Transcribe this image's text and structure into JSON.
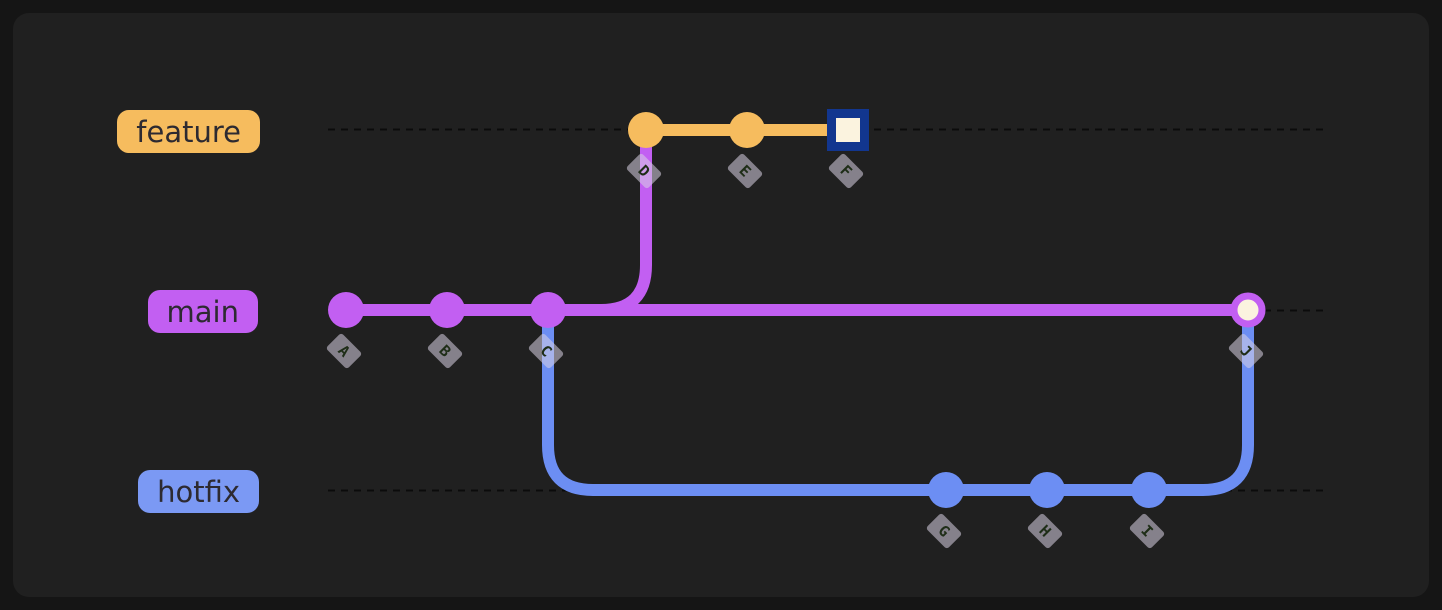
{
  "diagram_type": "git-branch-graph",
  "colors": {
    "background": "#151515",
    "panel_background": "#202020",
    "feature_orange": "#F6BC5E",
    "main_purple": "#C25FF2",
    "hotfix_blue": "#6C8EF3",
    "highlight_navy": "#12368F",
    "head_cream": "#FBF3DF",
    "guide_dash": "#0B0B0B",
    "tag_gray": "#8D8794"
  },
  "branches": [
    {
      "name": "feature",
      "color": "#F6BC5E"
    },
    {
      "name": "main",
      "color": "#C25FF2"
    },
    {
      "name": "hotfix",
      "color": "#6C8EF3"
    }
  ],
  "commits": [
    {
      "label": "A",
      "branch": "main"
    },
    {
      "label": "B",
      "branch": "main"
    },
    {
      "label": "C",
      "branch": "main"
    },
    {
      "label": "D",
      "branch": "feature"
    },
    {
      "label": "E",
      "branch": "feature"
    },
    {
      "label": "F",
      "branch": "feature",
      "style": "highlighted-square"
    },
    {
      "label": "G",
      "branch": "hotfix"
    },
    {
      "label": "H",
      "branch": "hotfix"
    },
    {
      "label": "I",
      "branch": "hotfix"
    },
    {
      "label": "J",
      "branch": "main",
      "style": "merge-head"
    }
  ]
}
